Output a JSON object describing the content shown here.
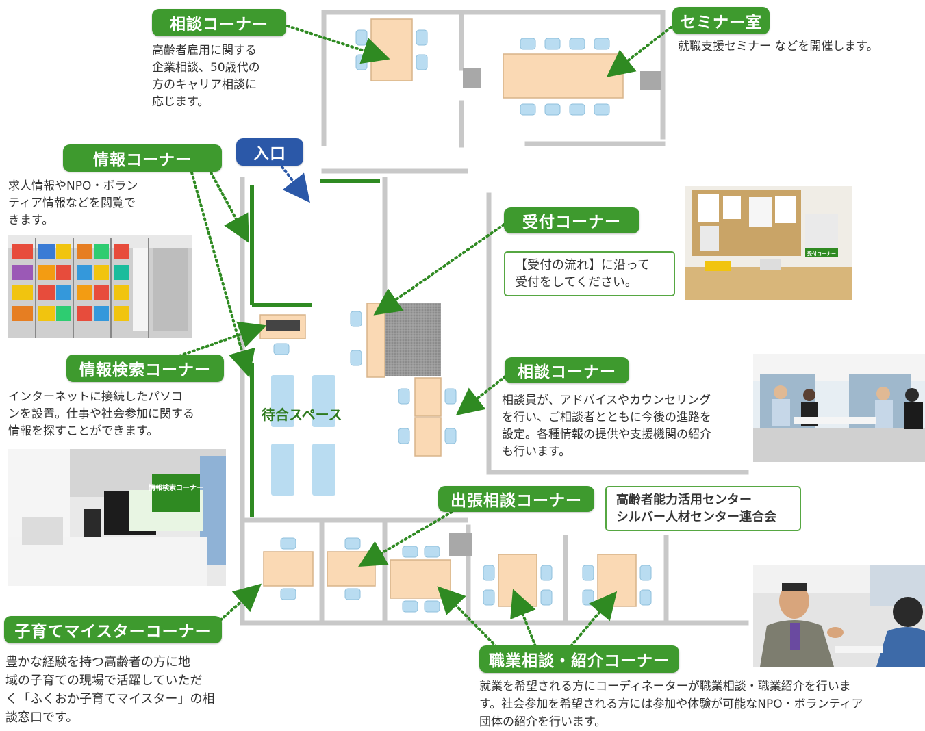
{
  "labels": {
    "consult_top": "相談コーナー",
    "seminar": "セミナー室",
    "info": "情報コーナー",
    "entrance": "入口",
    "reception": "受付コーナー",
    "search": "情報検索コーナー",
    "consult_right": "相談コーナー",
    "waiting": "待合スペース",
    "branch": "出張相談コーナー",
    "parenting": "子育てマイスターコーナー",
    "job": "職業相談・紹介コーナー"
  },
  "descriptions": {
    "consult_top": "高齢者雇用に関する\n企業相談、50歳代の\n方のキャリア相談に\n応じます。",
    "seminar": "就職支援セミナー などを開催します。",
    "info": "求人情報やNPO・ボラン\nティア情報などを閲覧で\nきます。",
    "reception": "【受付の流れ】に沿って\n受付をしてください。",
    "search": "インターネットに接続したパソコ\nンを設置。仕事や社会参加に関する\n情報を探すことができます。",
    "consult_right": "相談員が、アドバイスやカウンセリング\nを行い、ご相談者とともに今後の進路を\n設定。各種情報の提供や支援機関の紹介\nも行います。",
    "center_box": "高齢者能力活用センター\nシルバー人材センター連合会",
    "parenting": "豊かな経験を持つ高齢者の方に地\n域の子育ての現場で活躍していただ\nく「ふくおか子育てマイスター」の相\n談窓口です。",
    "job": "就業を希望される方にコーディネーターが職業相談・職業紹介を行いま\nす。社会参加を希望される方には参加や体験が可能なNPO・ボランティア\n団体の紹介を行います。"
  },
  "photo_signs": {
    "search_sign": "情報検索コーナー",
    "reception_sign": "受付コーナー"
  },
  "colors": {
    "label_green": "#3e9a2e",
    "label_blue": "#2b58a8",
    "table": "#fad9b4",
    "chair": "#b9dcf1",
    "wall": "#c8c8c8",
    "partition": "#2f8a22",
    "arrow": "#2f8a22"
  }
}
